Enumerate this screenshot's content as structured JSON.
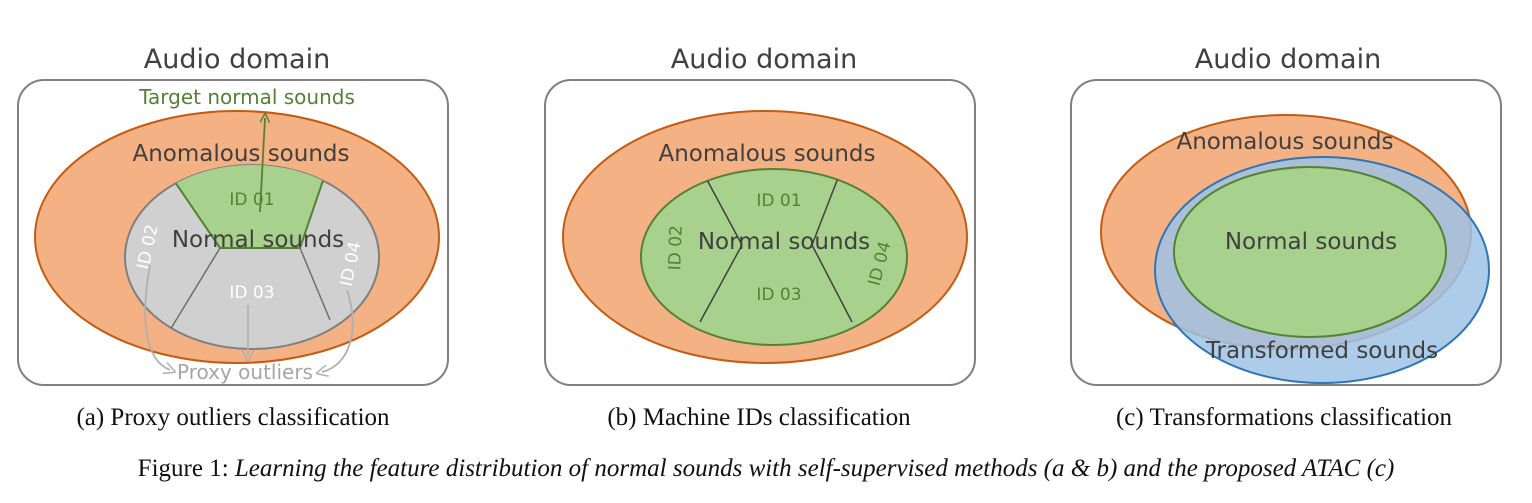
{
  "panels": [
    {
      "domain_title": "Audio domain",
      "anomalous_label": "Anomalous sounds",
      "normal_label": "Normal sounds",
      "target_label": "Target normal sounds",
      "ids": [
        "ID 01",
        "ID 02",
        "ID 03",
        "ID 04"
      ],
      "proxy_label": "Proxy outliers",
      "caption": "(a) Proxy outliers classification"
    },
    {
      "domain_title": "Audio domain",
      "anomalous_label": "Anomalous sounds",
      "normal_label": "Normal sounds",
      "ids": [
        "ID 01",
        "ID 02",
        "ID 03",
        "ID 04"
      ],
      "caption": "(b) Machine IDs classification"
    },
    {
      "domain_title": "Audio domain",
      "anomalous_label": "Anomalous sounds",
      "normal_label": "Normal sounds",
      "transformed_label": "Transformed sounds",
      "caption": "(c) Transformations classification"
    }
  ],
  "figure_caption": {
    "prefix": "Figure 1: ",
    "text": "Learning the feature distribution of normal sounds with self-supervised methods (a & b) and the proposed ATAC (c)"
  },
  "colors": {
    "anomalous_fill": "#f4b183",
    "anomalous_stroke": "#c55a11",
    "normal_fill": "#a9d18e",
    "normal_stroke": "#548235",
    "proxy_fill": "#d0d0d0",
    "transformed_fill": "#9dc3e6",
    "transformed_stroke": "#2e75b6",
    "box_stroke": "#808080",
    "text_dark": "#404040",
    "text_green": "#548235"
  }
}
